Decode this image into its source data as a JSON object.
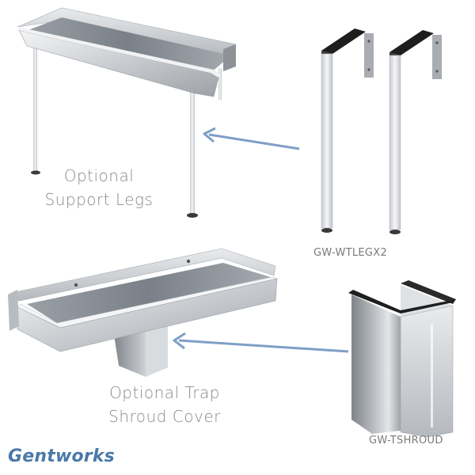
{
  "labels": {
    "legs_line1": "Optional",
    "legs_line2": "Support Legs",
    "shroud_line1": "Optional Trap",
    "shroud_line2": "Shroud  Cover"
  },
  "codes": {
    "legs": "GW-WTLEGX2",
    "shroud": "GW-TSHROUD"
  },
  "brand": {
    "name": "Gentworks",
    "color": "#4b79a8"
  },
  "colors": {
    "arrow": "#7f9fc6",
    "label": "#8a8a8a",
    "steel_light": "#e6e8ea",
    "steel_dark": "#8e9297"
  }
}
